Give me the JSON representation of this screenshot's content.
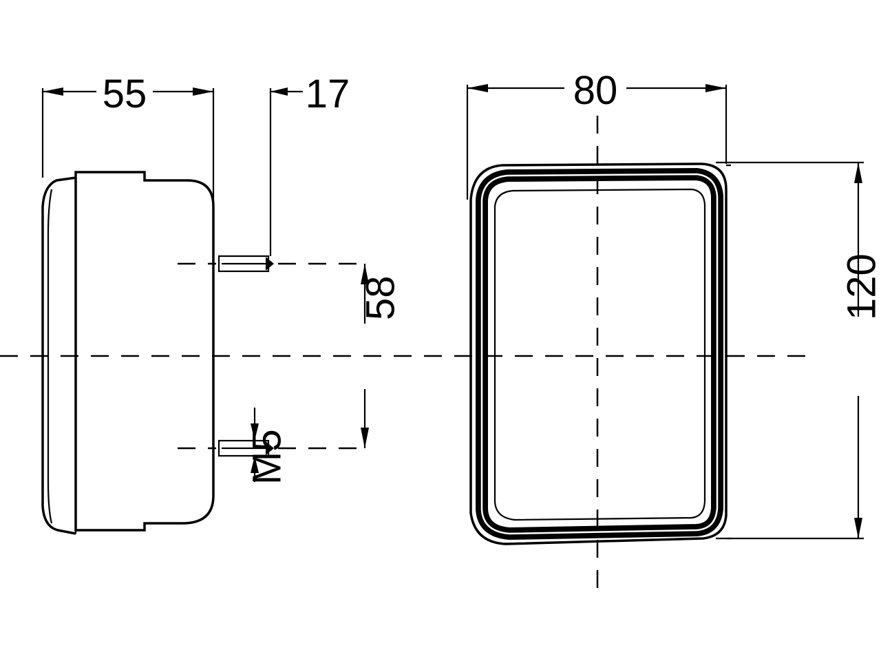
{
  "dimensions": {
    "depth": "55",
    "stud_length": "17",
    "stud_spacing": "58",
    "stud_thread": "M5",
    "width": "80",
    "height": "120"
  },
  "colors": {
    "line": "#000000",
    "background": "#ffffff"
  }
}
